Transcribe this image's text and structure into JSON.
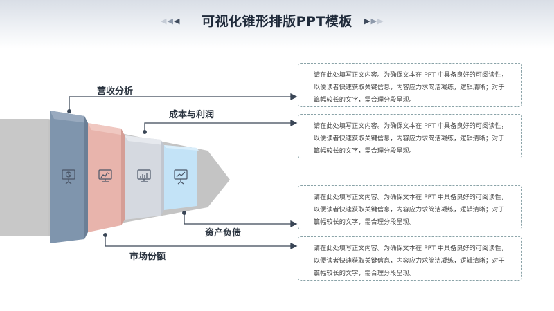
{
  "title": "可视化锥形排版PPT模板",
  "colors": {
    "blue_gray": "#7f95ad",
    "pink": "#e8b4ac",
    "light_gray": "#d5d9e0",
    "light_blue": "#c3e3f7",
    "arrow_gray": "#c8c8c8",
    "connector": "#3a4656",
    "box_border": "#8aa3a8"
  },
  "labels": {
    "revenue": "营收分析",
    "cost": "成本与利润",
    "assets": "资产负债",
    "market": "市场份额"
  },
  "icons": [
    "presentation-pie-icon",
    "presentation-bar-chart-icon",
    "presentation-line-chart-icon",
    "presentation-trend-icon"
  ],
  "text_boxes": [
    {
      "lines": [
        "请在此处填写正文内容。为确保文本在 PPT 中具备良好的可阅读性，",
        "以便读者快速获取关键信息，内容应力求简洁凝练，逻辑清晰；对于",
        "篇幅较长的文字，需合理分段呈现。"
      ]
    },
    {
      "lines": [
        "请在此处填写正文内容。为确保文本在 PPT 中具备良好的可阅读性，",
        "以便读者快速获取关键信息，内容应力求简洁凝练，逻辑清晰；对于",
        "篇幅较长的文字，需合理分段呈现。"
      ]
    },
    {
      "lines": [
        "请在此处填写正文内容。为确保文本在 PPT 中具备良好的可阅读性，",
        "以便读者快速获取关键信息，内容应力求简洁凝练，逻辑清晰；对于",
        "篇幅较长的文字，需合理分段呈现。"
      ]
    },
    {
      "lines": [
        "请在此处填写正文内容。为确保文本在 PPT 中具备良好的可阅读性，",
        "以便读者快速获取关键信息，内容应力求简洁凝练，逻辑清晰；对于",
        "篇幅较长的文字，需合理分段呈现。"
      ]
    }
  ]
}
